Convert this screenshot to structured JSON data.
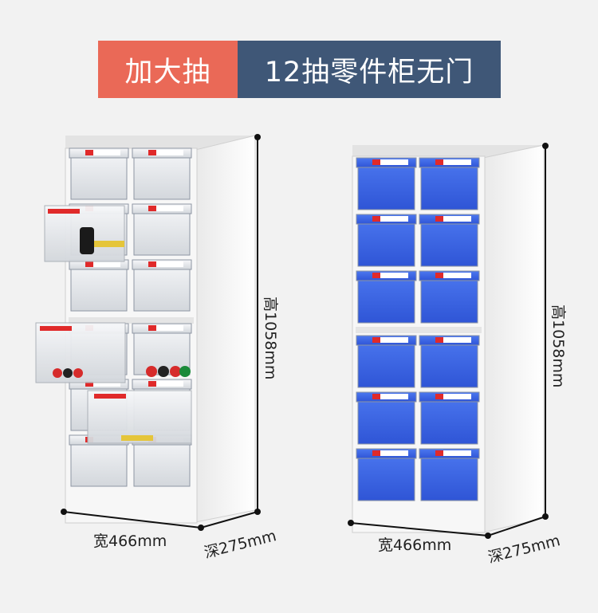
{
  "banner": {
    "left_text": "加大抽",
    "right_text": "12抽零件柜无门",
    "left_color": "#ea6957",
    "right_color": "#3f5777"
  },
  "cabinets": [
    {
      "name": "clear-drawer-cabinet",
      "drawer_color": "#d9dde2",
      "drawer_count": 12,
      "dimensions": {
        "height": "高1058mm",
        "width": "宽466mm",
        "depth": "深275mm"
      }
    },
    {
      "name": "blue-drawer-cabinet",
      "drawer_color": "#3a62e0",
      "drawer_count": 12,
      "dimensions": {
        "height": "高1058mm",
        "width": "宽466mm",
        "depth": "深275mm"
      }
    }
  ],
  "colors": {
    "background": "#f2f2f2",
    "cabinet_body": "#f4f4f4",
    "label_red": "#e02a2a",
    "drawer_blue": "#3a62e0"
  }
}
